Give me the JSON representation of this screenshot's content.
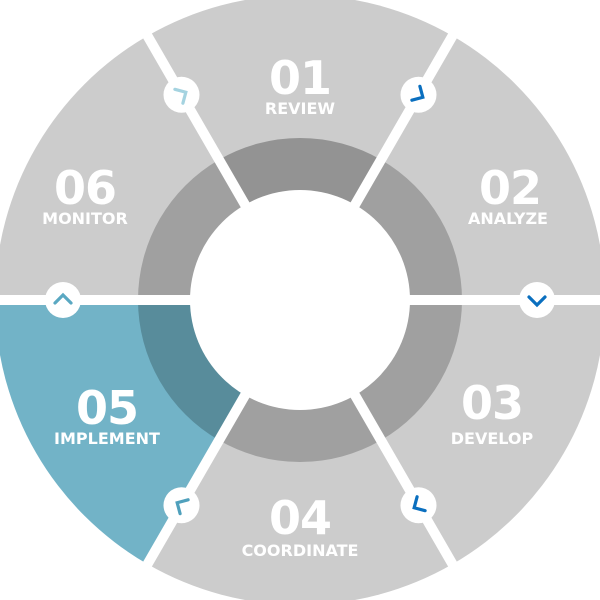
{
  "segments": [
    {
      "number": "01",
      "label": "REVIEW",
      "outer_color": "#cccccc",
      "inner_color": "#939393"
    },
    {
      "number": "02",
      "label": "ANALYZE",
      "outer_color": "#cccccc",
      "inner_color": "#a0a0a0"
    },
    {
      "number": "03",
      "label": "DEVELOP",
      "outer_color": "#cccccc",
      "inner_color": "#a0a0a0"
    },
    {
      "number": "04",
      "label": "COORDINATE",
      "outer_color": "#cccccc",
      "inner_color": "#a0a0a0"
    },
    {
      "number": "05",
      "label": "IMPLEMENT",
      "outer_color": "#72b3c7",
      "inner_color": "#588c9b",
      "highlighted": true
    },
    {
      "number": "06",
      "label": "MONITOR",
      "outer_color": "#cccccc",
      "inner_color": "#a0a0a0"
    }
  ],
  "arrows": [
    {
      "between": "06-01",
      "icon": "chevron-clockwise-icon",
      "color": "#a5d3e0"
    },
    {
      "between": "01-02",
      "icon": "chevron-clockwise-icon",
      "color": "#0a6fbf"
    },
    {
      "between": "02-03",
      "icon": "chevron-down-icon",
      "color": "#0a6fbf"
    },
    {
      "between": "03-04",
      "icon": "chevron-clockwise-icon",
      "color": "#0a6fbf"
    },
    {
      "between": "04-05",
      "icon": "chevron-clockwise-icon",
      "color": "#4fa0bc"
    },
    {
      "between": "05-06",
      "icon": "chevron-up-icon",
      "color": "#5aa8c2"
    }
  ]
}
